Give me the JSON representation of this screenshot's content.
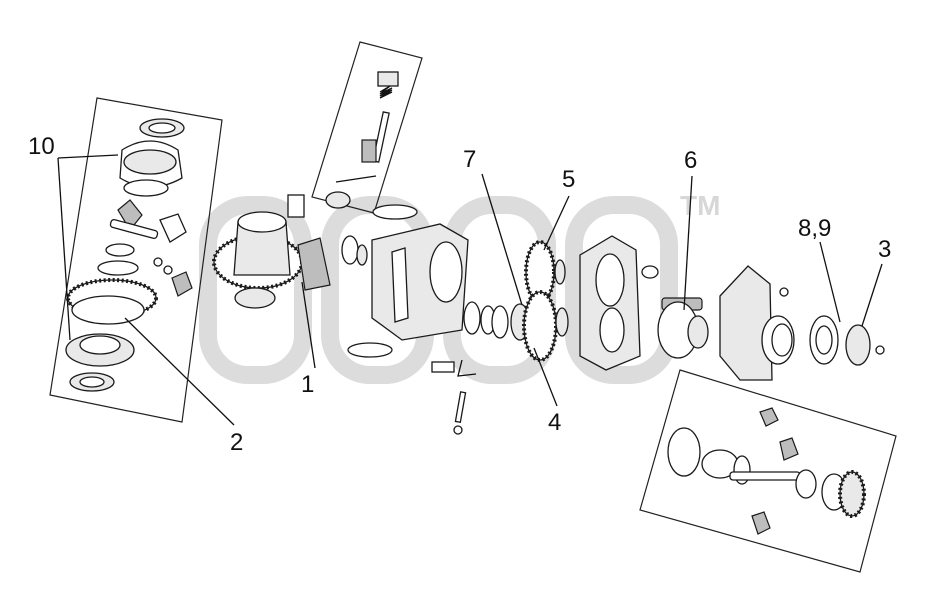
{
  "diagram": {
    "trademark": "TM",
    "callouts": [
      "10",
      "7",
      "5",
      "6",
      "8,9",
      "3",
      "1",
      "2",
      "4"
    ],
    "colors": {
      "lines": "#1a1a1a",
      "watermark": "#dcdcdc",
      "background": "#ffffff"
    }
  }
}
